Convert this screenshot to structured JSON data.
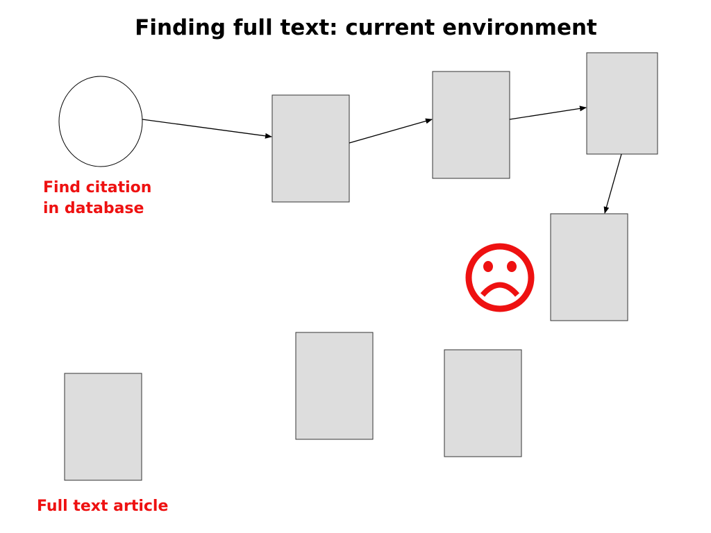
{
  "slide": {
    "title": "Finding full text: current environment"
  },
  "labels": {
    "find_citation_line1": "Find citation",
    "find_citation_line2": "in database",
    "full_text_article": "Full text article"
  },
  "colors": {
    "label_color": "#ee1111",
    "box_fill": "#dddddd",
    "box_stroke": "#333333",
    "frown_color": "#ee1111"
  },
  "icons": {
    "frown": "frowning-face-icon"
  }
}
